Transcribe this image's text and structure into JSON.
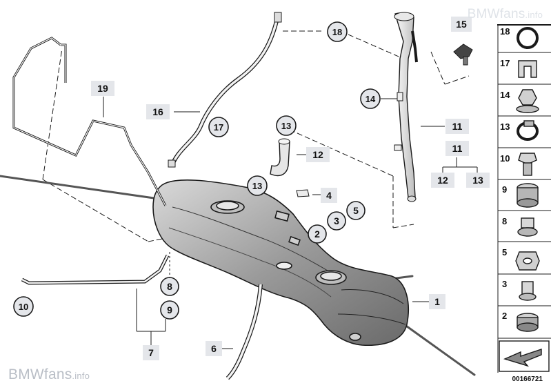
{
  "watermark": {
    "brand": "BMWfans",
    "suffix": ".info"
  },
  "catalog_number": "00166721",
  "callouts": {
    "c1": "1",
    "c2": "2",
    "c3": "3",
    "c4": "4",
    "c5": "5",
    "c6": "6",
    "c7": "7",
    "c8": "8",
    "c9": "9",
    "c10": "10",
    "c11a": "11",
    "c11b": "11",
    "c12a": "12",
    "c12b": "12",
    "c13a": "13",
    "c13b": "13",
    "c13c": "13",
    "c14": "14",
    "c15": "15",
    "c16": "16",
    "c17": "17",
    "c18": "18",
    "c19": "19"
  },
  "parts_column": [
    "18",
    "17",
    "14",
    "13",
    "10",
    "9",
    "8",
    "5",
    "3",
    "2"
  ],
  "colors": {
    "line": "#1a1a1a",
    "label_box": "#e4e6ea",
    "overlay_line": "#505050"
  }
}
